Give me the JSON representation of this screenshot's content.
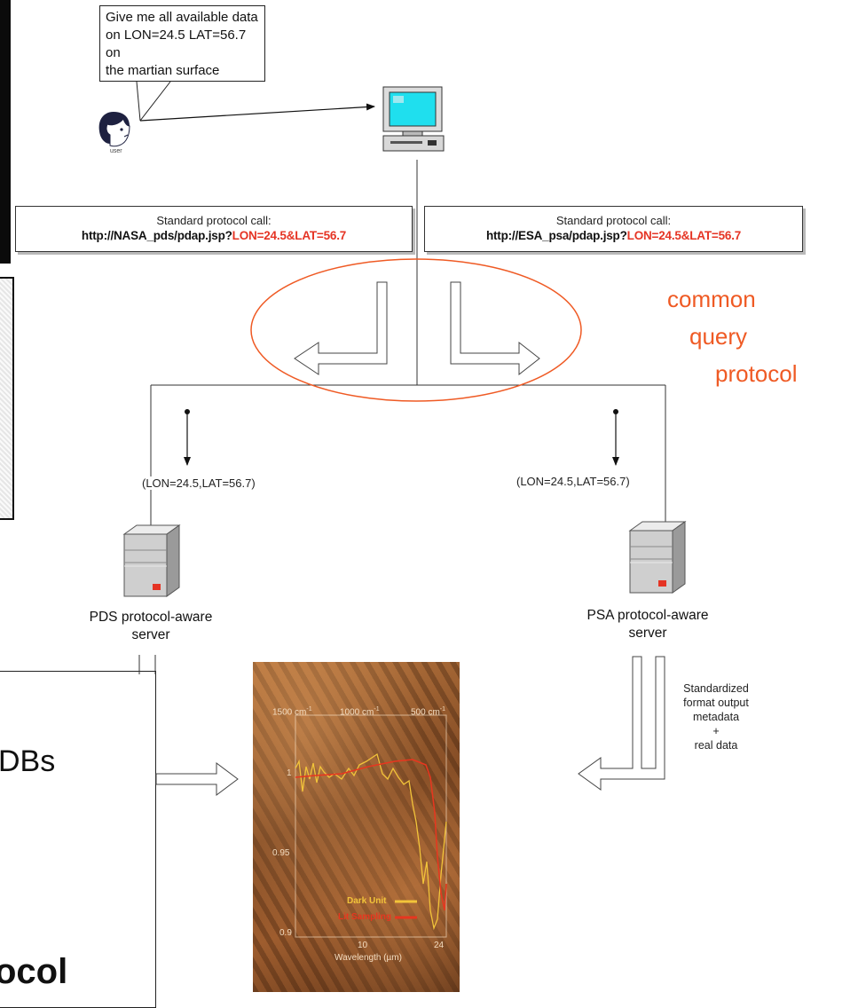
{
  "user": {
    "speech": "Give me all available data\non LON=24.5 LAT=56.7 on\nthe martian surface",
    "label": "user",
    "icon": "user-head-icon"
  },
  "client_icon": "computer-terminal-icon",
  "calls": [
    {
      "title": "Standard protocol call:",
      "url_prefix": "http://NASA_pds/pdap.jsp?",
      "url_query": "LON=24.5&LAT=56.7"
    },
    {
      "title": "Standard protocol call:",
      "url_prefix": "http://ESA_psa/pdap.jsp?",
      "url_query": "LON=24.5&LAT=56.7"
    }
  ],
  "common_query": {
    "line1": "common",
    "line2": "query",
    "line3": "protocol"
  },
  "coords_left": "(LON=24.5,LAT=56.7)",
  "coords_right": "(LON=24.5,LAT=56.7)",
  "servers": [
    {
      "line1": "PDS protocol-aware",
      "line2": "server",
      "icon": "server-tower-icon"
    },
    {
      "line1": "PSA protocol-aware",
      "line2": "server",
      "icon": "server-tower-icon"
    }
  ],
  "std_output": {
    "line1": "Standardized",
    "line2": "format output",
    "line3": "metadata",
    "line4": "+",
    "line5": "real data"
  },
  "left_slide": {
    "text_dbs": "DBs",
    "text_ocol": "ocol"
  },
  "spectrum": {
    "top_labels": [
      "1500 cm",
      "1000 cm",
      "500 cm"
    ],
    "superscript": "-1",
    "y_ticks": [
      "1",
      "0.95",
      "0.9"
    ],
    "x_ticks": [
      "10",
      "24"
    ],
    "xlabel": "Wavelength (µm)",
    "legend": [
      "Dark Unit",
      "Lit Sampling"
    ],
    "colors": {
      "series1": "#f2c43a",
      "series2": "#e8361f"
    }
  },
  "colors": {
    "accent_red": "#e53424",
    "accent_orange": "#ef5a24"
  }
}
